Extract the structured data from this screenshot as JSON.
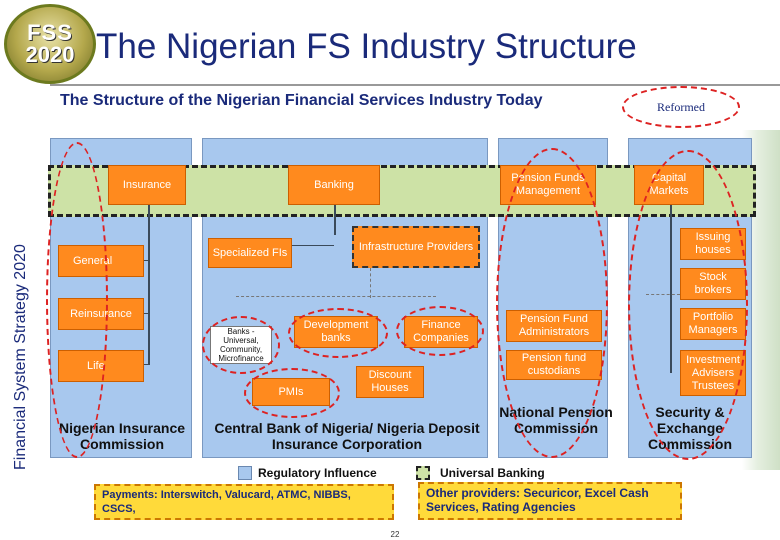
{
  "header": {
    "logo_line1": "FSS",
    "logo_line2": "2020",
    "title": "The Nigerian FS Industry Structure",
    "vertical_text": "Financial System Strategy  2020"
  },
  "diagram": {
    "subtitle": "The Structure of the Nigerian Financial Services Industry Today",
    "reformed_label": "Reformed",
    "top_row": {
      "insurance": "Insurance",
      "banking": "Banking",
      "pension": "Pension Funds Management",
      "capital": "Capital Markets"
    },
    "insurance_column": {
      "general": "General",
      "reinsurance": "Reinsurance",
      "life": "Life",
      "regulator": "Nigerian Insurance Commission"
    },
    "banking_column": {
      "specialized": "Specialized FIs",
      "infrastructure": "Infrastructure Providers",
      "banks_small": "Banks - Universal, Community, Microfinance",
      "development": "Development banks",
      "finance": "Finance Companies",
      "pmis": "PMIs",
      "discount": "Discount Houses",
      "regulator": "Central Bank of Nigeria/ Nigeria Deposit Insurance Corporation"
    },
    "pension_column": {
      "administrators": "Pension Fund Administrators",
      "custodians": "Pension fund custodians",
      "regulator": "National Pension Commission"
    },
    "capital_column": {
      "issuing": "Issuing houses",
      "stock": "Stock brokers",
      "portfolio": "Portfolio Managers",
      "investment": "Investment Advisers Trustees",
      "regulator": "Security & Exchange Commission"
    },
    "legend": {
      "regulatory": "Regulatory Influence",
      "universal": "Universal Banking"
    },
    "payments": "Payments: Interswitch, Valucard, ATMC, NIBBS, CSCS,",
    "other_providers": "Other providers: Securicor, Excel Cash Services, Rating Agencies",
    "page_number": "22"
  },
  "colors": {
    "title": "#1a2a7a",
    "column_fill": "#a8c8ee",
    "orange_box": "#ff8a1e",
    "reform_ellipse": "#dd2222",
    "band_fill": "#cde2a6",
    "yellow_box": "#ffda3a"
  }
}
